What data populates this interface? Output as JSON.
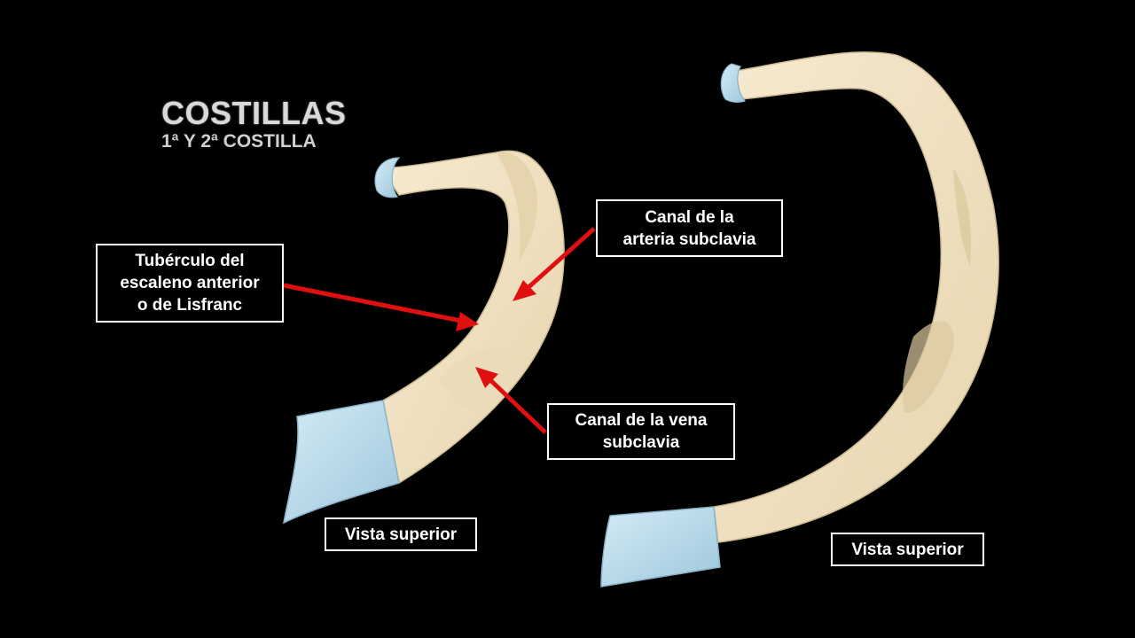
{
  "title": "COSTILLAS",
  "subtitle": "1ª Y 2ª COSTILLA",
  "labels": {
    "tuberculo": [
      "Tubérculo del",
      "escaleno anterior",
      "o de Lisfranc"
    ],
    "arteria": [
      "Canal de la",
      "arteria subclavia"
    ],
    "vena": [
      "Canal de la vena",
      "subclavia"
    ],
    "vista_1": "Vista superior",
    "vista_2": "Vista superior"
  },
  "colors": {
    "bone": "#f2e4c4",
    "bone_shadow": "#d9c9a3",
    "cartilage": "#bcdcec",
    "arrow": "#e01010",
    "background": "#000000"
  }
}
